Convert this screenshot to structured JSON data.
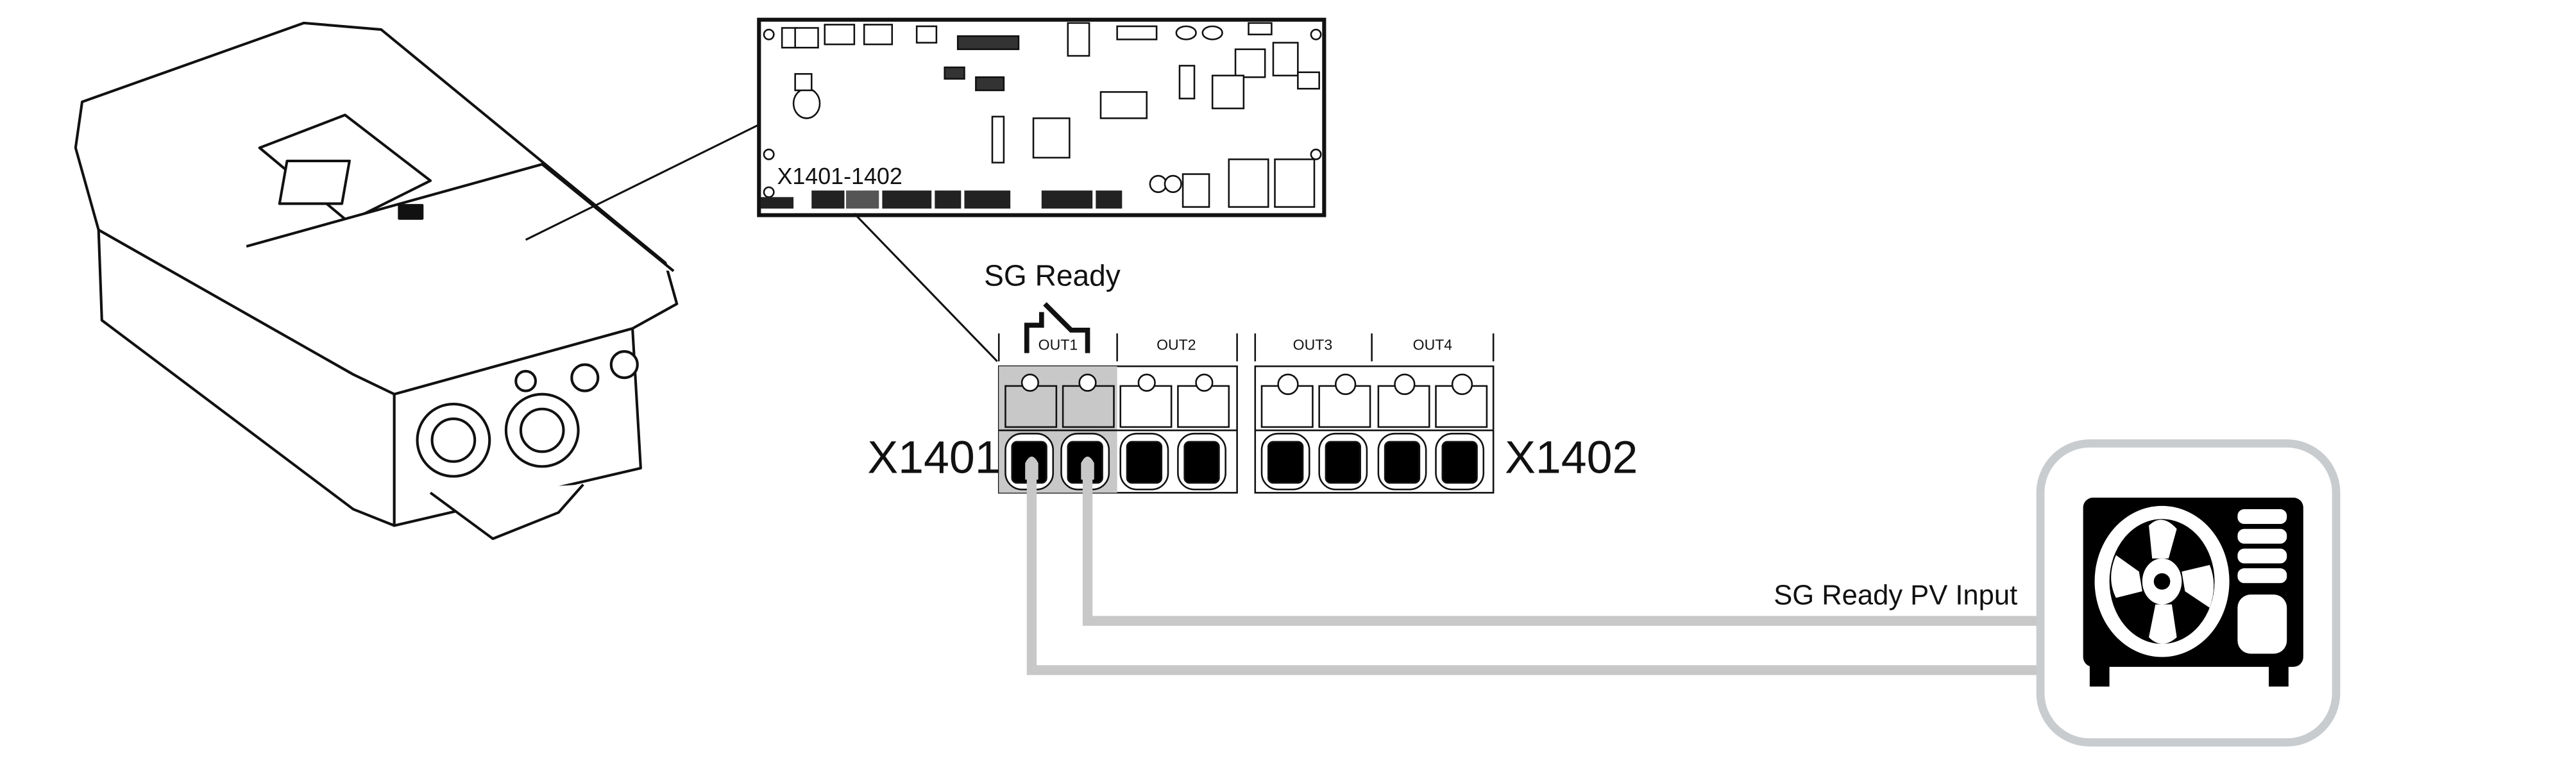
{
  "pcb": {
    "connector_label": "X1401-1402"
  },
  "terminal": {
    "title": "SG Ready",
    "left_connector": "X1401",
    "right_connector": "X1402",
    "outputs": [
      "OUT1",
      "OUT2",
      "OUT3",
      "OUT4"
    ]
  },
  "wire_label": "SG Ready PV Input",
  "colors": {
    "wire": "#c8c8c8",
    "highlight": "#c8c8c8",
    "box_border": "#c9cccf",
    "ink": "#111111"
  }
}
